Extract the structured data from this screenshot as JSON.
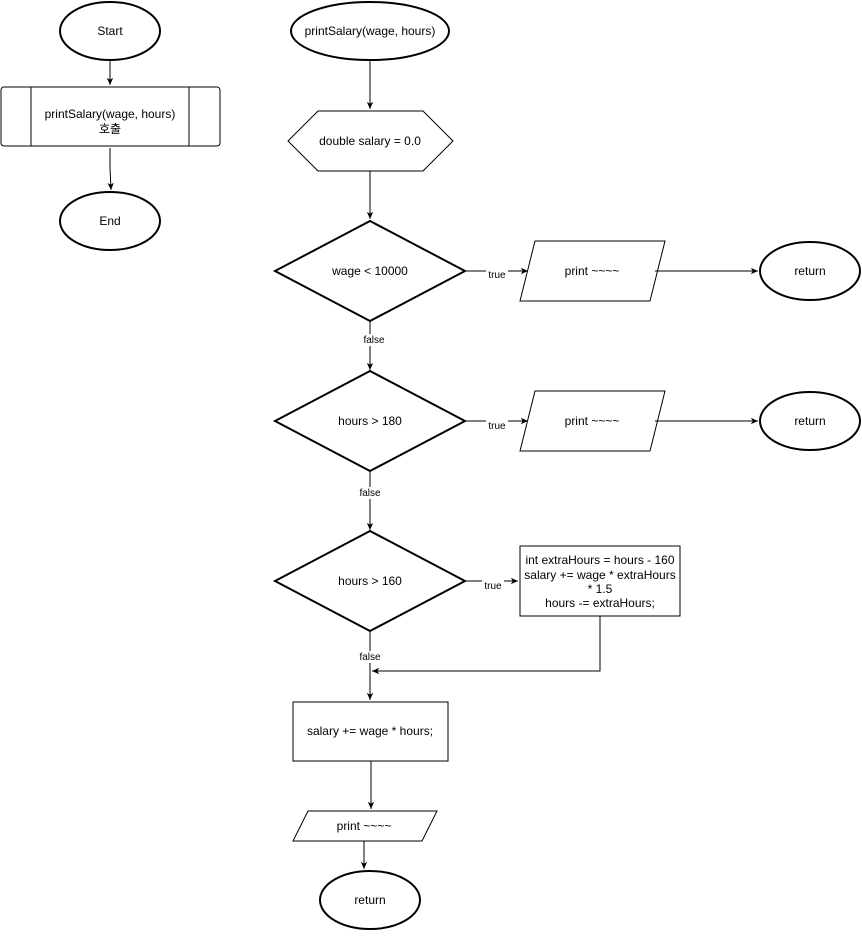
{
  "main_flow": {
    "start": "Start",
    "call_line1": "printSalary(wage, hours)",
    "call_line2": "호출",
    "end": "End"
  },
  "function_flow": {
    "entry": "printSalary(wage, hours)",
    "init": "double salary = 0.0",
    "cond1": "wage < 10000",
    "print1": "print ~~~~",
    "return1": "return",
    "cond2": "hours > 180",
    "print2": "print ~~~~",
    "return2": "return",
    "cond3": "hours > 160",
    "extra_line1": "int extraHours = hours - 160",
    "extra_line2": "salary += wage * extraHours",
    "extra_line3": "* 1.5",
    "extra_line4": "hours -= extraHours;",
    "compute": "salary += wage * hours;",
    "print3": "print ~~~~",
    "return3": "return"
  },
  "edge_labels": {
    "true": "true",
    "false": "false"
  }
}
